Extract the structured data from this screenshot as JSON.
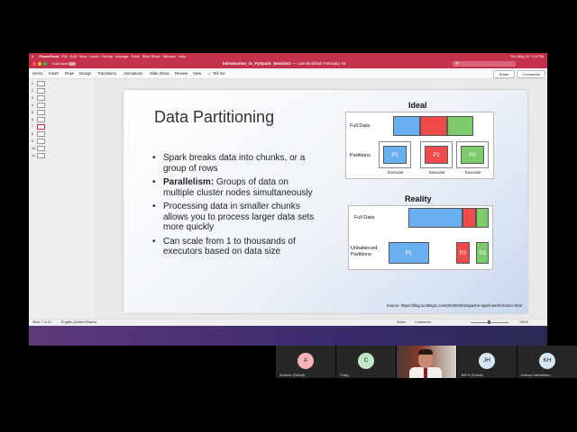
{
  "menubar": {
    "app_name": "PowerPoint",
    "items": [
      "File",
      "Edit",
      "View",
      "Insert",
      "Format",
      "Arrange",
      "Tools",
      "Slide Show",
      "Window",
      "Help"
    ],
    "clock": "Thu May 20  7:16 PM"
  },
  "titlebar": {
    "autosave_label": "AutoSave",
    "autosave_state": "off",
    "filename": "Introduction_to_PySpark_Session1",
    "modified": " — Last Modified: February 19"
  },
  "ribbon": {
    "tabs": [
      "Home",
      "Insert",
      "Draw",
      "Design",
      "Transitions",
      "Animations",
      "Slide Show",
      "Review",
      "View"
    ],
    "tell_me": "Tell me",
    "share": "Share",
    "comments": "Comments"
  },
  "thumbnails": {
    "numbers": [
      "1",
      "2",
      "3",
      "4",
      "5",
      "6",
      "7",
      "8",
      "9",
      "10",
      "11"
    ],
    "selected": "7"
  },
  "slide": {
    "title": "Data Partitioning",
    "bullets": [
      {
        "bold": "",
        "text": "Spark breaks data into chunks, or a group of rows"
      },
      {
        "bold": "Parallelism:",
        "text": " Groups of data on multiple cluster nodes simultaneously"
      },
      {
        "bold": "",
        "text": "Processing data in smaller chunks allows you to process larger data sets more quickly"
      },
      {
        "bold": "",
        "text": "Can scale from 1 to thousands of executors based on data size"
      }
    ],
    "ideal": {
      "heading": "Ideal",
      "full_data_label": "Full Data",
      "partitions_label": "Partitions",
      "partitions": [
        "P1",
        "P2",
        "P3"
      ],
      "executor_label": "Executor"
    },
    "reality": {
      "heading": "Reality",
      "full_data_label": "Full Data",
      "partitions_label": "Unbalanced Partitions",
      "partitions": [
        "P1",
        "P2",
        "P3"
      ]
    },
    "source": "Source: https://blog.scottlogic.com/2018/03/22/apache-spark-performance.html",
    "colors": {
      "blue": "#6ab0f0",
      "red": "#f04b4b",
      "green": "#7ecb6e"
    }
  },
  "statusbar": {
    "slide_info": "Slide 7 of 11",
    "language": "English (United States)",
    "notes": "Notes",
    "comments": "Comments",
    "zoom": "150%"
  },
  "participants": [
    {
      "initial": "A",
      "name": "Andrew (Guest)",
      "color": "#f7b3b8"
    },
    {
      "initial": "C",
      "name": "Craig",
      "color": "#bfe6c6"
    },
    {
      "initial": "",
      "name": "",
      "video": true
    },
    {
      "initial": "JH",
      "name": "Jeff H (Guest)",
      "color": "#d5e6f2"
    },
    {
      "initial": "KH",
      "name": "Kelsey Hambleton",
      "color": "#d5e6f2"
    }
  ]
}
